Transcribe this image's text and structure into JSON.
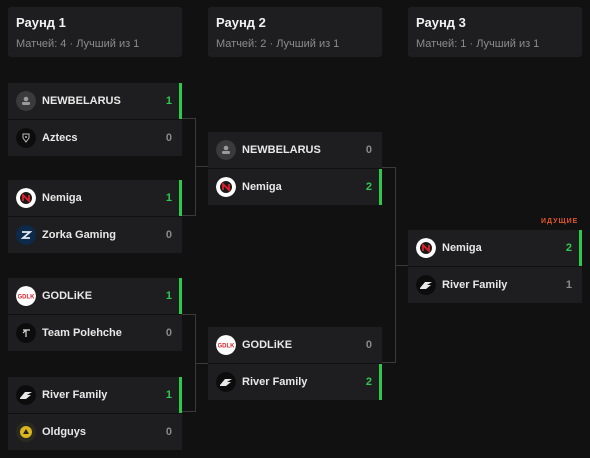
{
  "rounds": [
    {
      "title": "Раунд 1",
      "subtitle": "Матчей: 4 · Лучший из 1"
    },
    {
      "title": "Раунд 2",
      "subtitle": "Матчей: 2 · Лучший из 1"
    },
    {
      "title": "Раунд 3",
      "subtitle": "Матчей: 1 · Лучший из 1"
    }
  ],
  "live_badge": "ИДУЩИЕ",
  "matches": {
    "r1m1": [
      {
        "name": "NEWBELARUS",
        "score": "1",
        "icon": "default-team-icon"
      },
      {
        "name": "Aztecs",
        "score": "0",
        "icon": "aztecs-logo-icon"
      }
    ],
    "r1m2": [
      {
        "name": "Nemiga",
        "score": "1",
        "icon": "nemiga-logo-icon"
      },
      {
        "name": "Zorka Gaming",
        "score": "0",
        "icon": "zorka-logo-icon"
      }
    ],
    "r1m3": [
      {
        "name": "GODLiKE",
        "score": "1",
        "icon": "godlike-logo-icon"
      },
      {
        "name": "Team Polehche",
        "score": "0",
        "icon": "polehche-logo-icon"
      }
    ],
    "r1m4": [
      {
        "name": "River Family",
        "score": "1",
        "icon": "river-family-logo-icon"
      },
      {
        "name": "Oldguys",
        "score": "0",
        "icon": "oldguys-logo-icon"
      }
    ],
    "r2m1": [
      {
        "name": "NEWBELARUS",
        "score": "0",
        "icon": "default-team-icon"
      },
      {
        "name": "Nemiga",
        "score": "2",
        "icon": "nemiga-logo-icon"
      }
    ],
    "r2m2": [
      {
        "name": "GODLiKE",
        "score": "0",
        "icon": "godlike-logo-icon"
      },
      {
        "name": "River Family",
        "score": "2",
        "icon": "river-family-logo-icon"
      }
    ],
    "r3m1": [
      {
        "name": "Nemiga",
        "score": "2",
        "icon": "nemiga-logo-icon"
      },
      {
        "name": "River Family",
        "score": "1",
        "icon": "river-family-logo-icon"
      }
    ]
  },
  "colors": {
    "win": "#2fc74e",
    "live": "#e4572e",
    "card": "#1e1e20"
  }
}
